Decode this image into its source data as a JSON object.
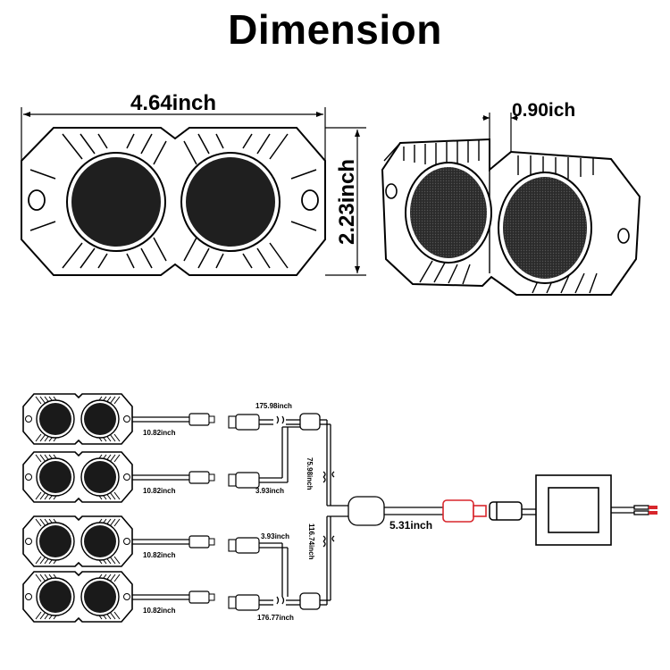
{
  "title": "Dimension",
  "dims": {
    "width": "4.64inch",
    "height": "2.23inch",
    "depth": "0.90ich"
  },
  "wiring": {
    "pod_lead": "10.82inch",
    "top_branch": "175.98inch",
    "upper_short": "3.93inch",
    "upper_vertical": "75.98inch",
    "lower_short": "3.93inch",
    "lower_vertical": "116.74inch",
    "bottom_branch": "176.77inch",
    "main_lead": "5.31inch"
  },
  "colors": {
    "line": "#000000",
    "lens": "#1a1a1a",
    "accent": "#d8262c"
  }
}
